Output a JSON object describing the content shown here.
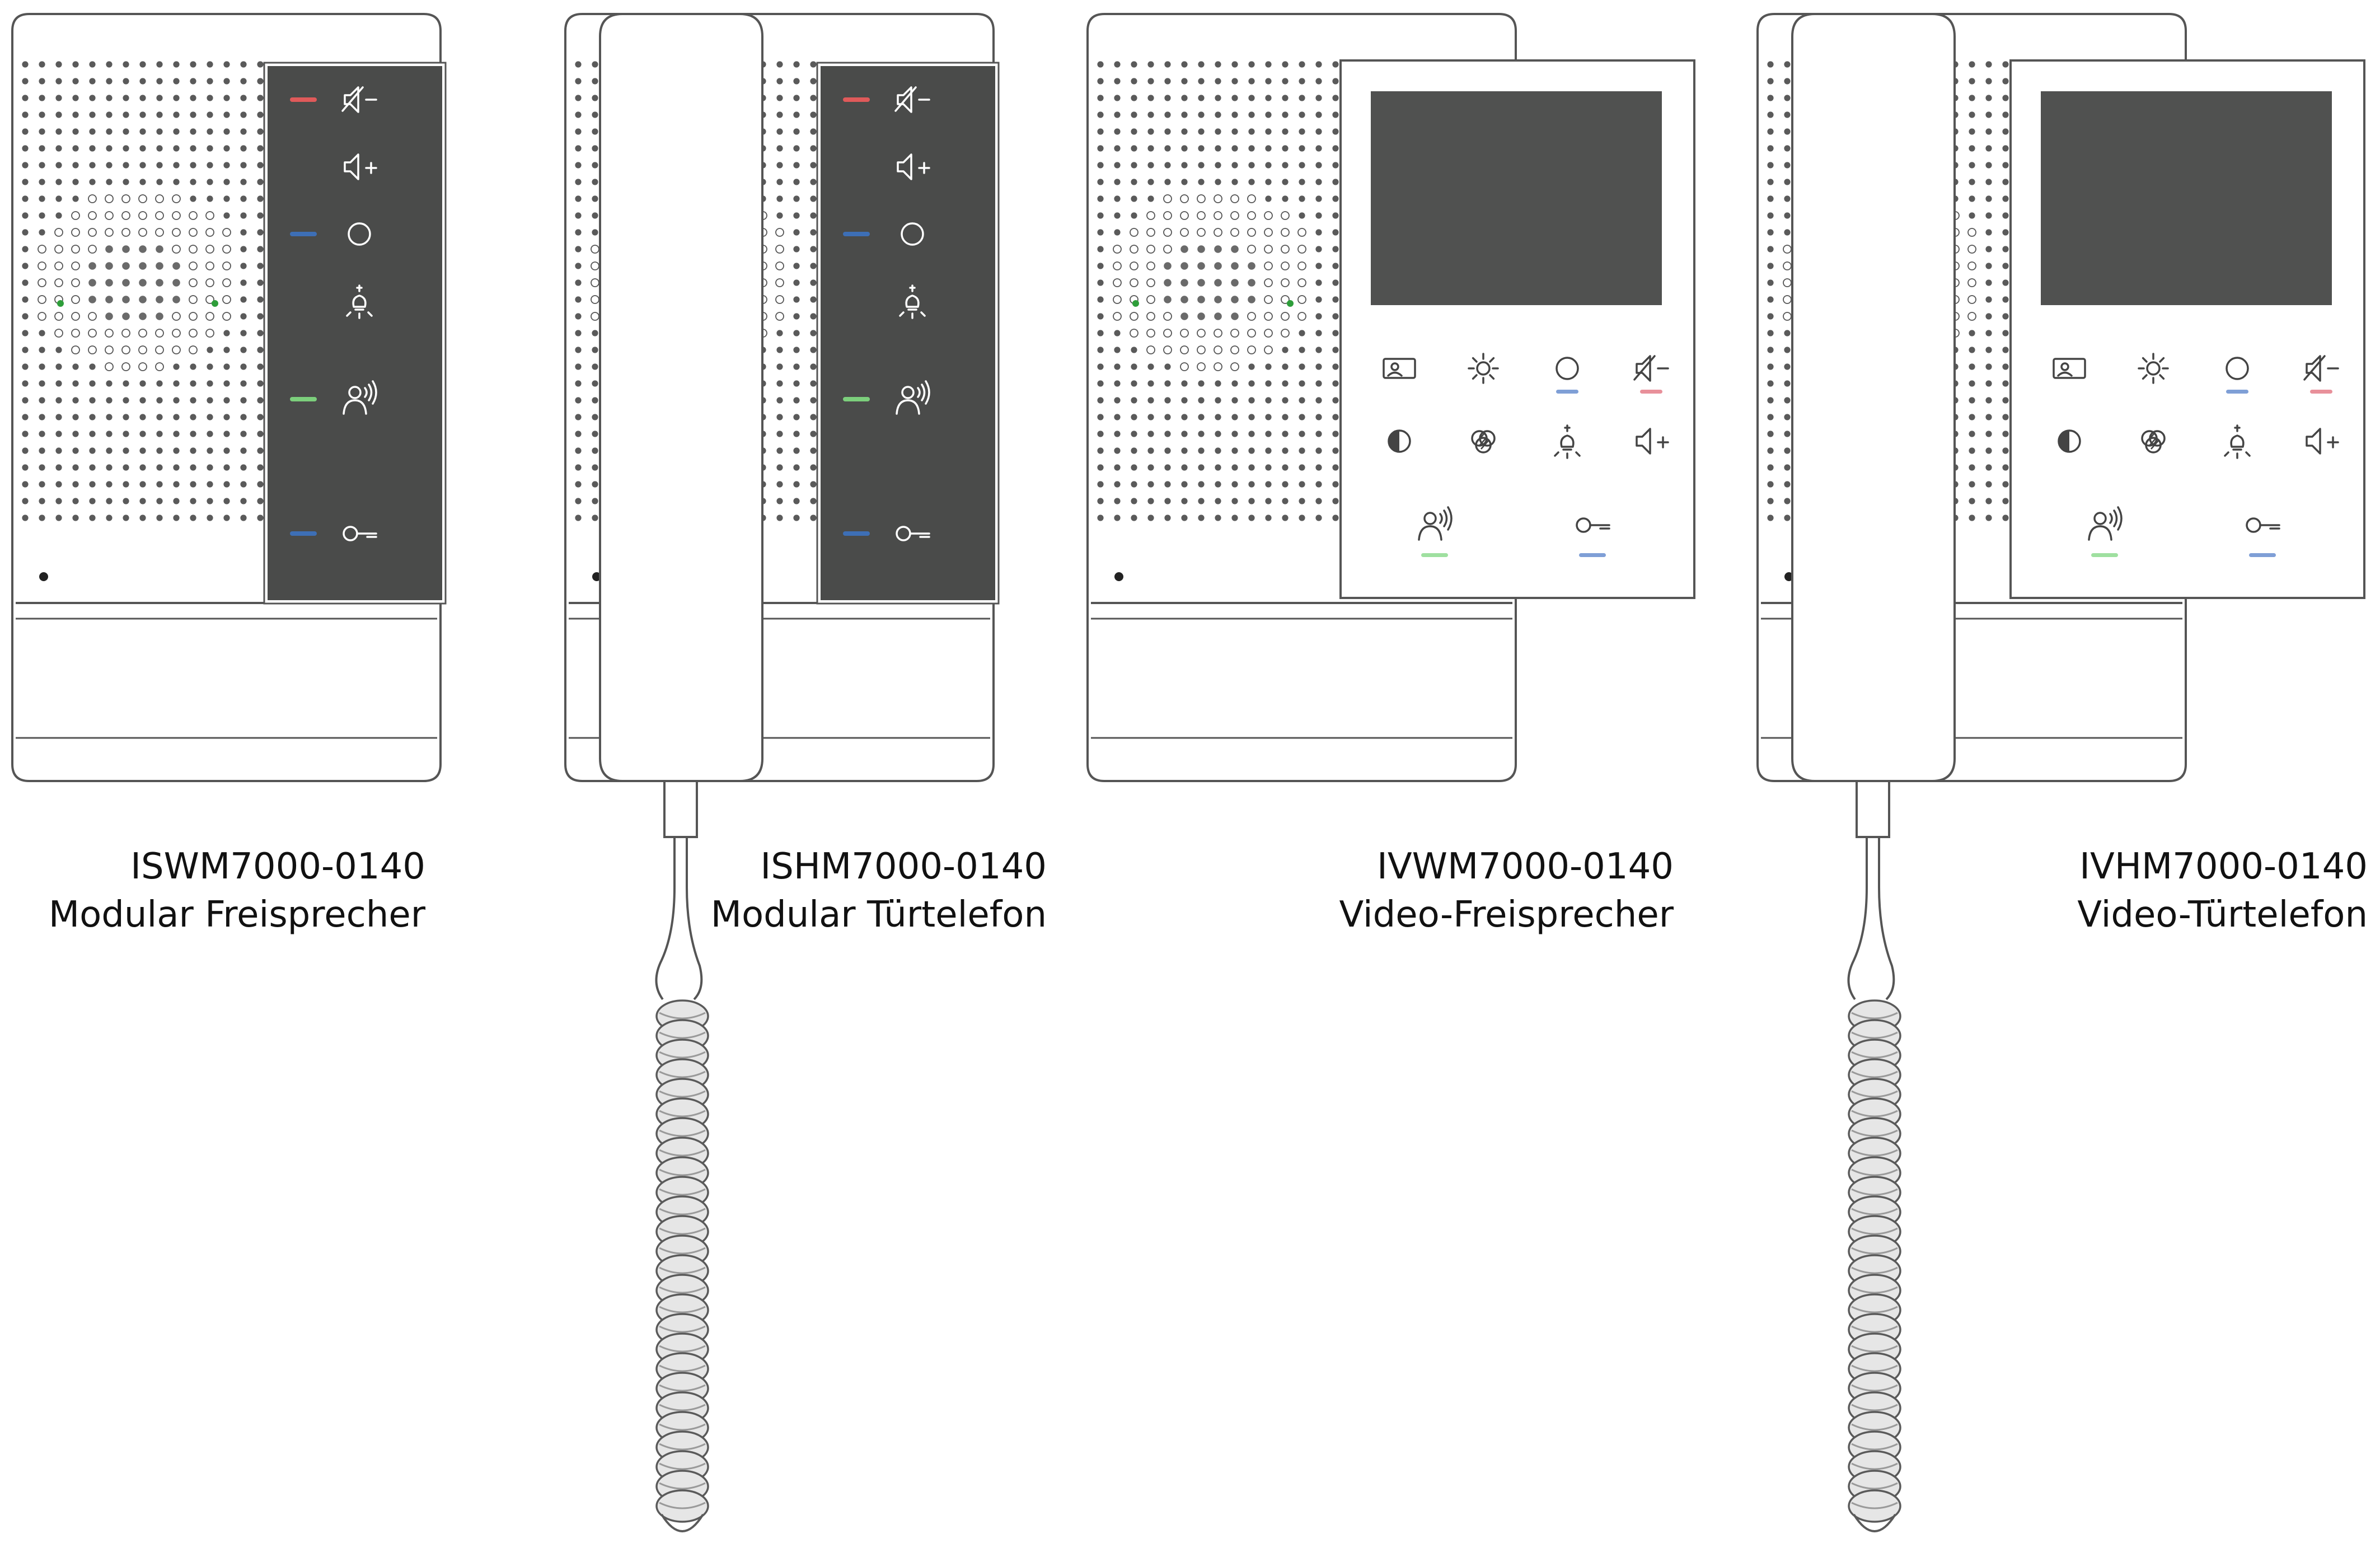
{
  "colors": {
    "outline": "#555555",
    "panel_dark": "#4a4b4a",
    "screen": "#505150",
    "grille_dot": "#666666",
    "accent_red": "#e05a5a",
    "accent_blue": "#3d6fb6",
    "accent_green": "#7ccf7c",
    "accent_red_light": "#e8909a",
    "accent_blue_light": "#7f9fd6",
    "accent_green_light": "#9fe0a0",
    "led_green": "#2e9e3a"
  },
  "products": [
    {
      "model": "ISWM7000-0140",
      "name": "Modular Freisprecher",
      "type": "audio-handsfree",
      "buttons": [
        {
          "icon": "mute-minus-icon",
          "led": "red"
        },
        {
          "icon": "volume-plus-icon",
          "led": ""
        },
        {
          "icon": "circle-function-icon",
          "led": "blue"
        },
        {
          "icon": "light-bulb-icon",
          "led": ""
        },
        {
          "icon": "talk-person-icon",
          "led": "green"
        },
        {
          "icon": "door-key-icon",
          "led": "blue"
        }
      ]
    },
    {
      "model": "ISHM7000-0140",
      "name": "Modular Türtelefon",
      "type": "audio-handset",
      "buttons": [
        {
          "icon": "mute-minus-icon",
          "led": "red"
        },
        {
          "icon": "volume-plus-icon",
          "led": ""
        },
        {
          "icon": "circle-function-icon",
          "led": "blue"
        },
        {
          "icon": "light-bulb-icon",
          "led": ""
        },
        {
          "icon": "talk-person-icon",
          "led": "green"
        },
        {
          "icon": "door-key-icon",
          "led": "blue"
        }
      ]
    },
    {
      "model": "IVWM7000-0140",
      "name": "Video-Freisprecher",
      "type": "video-handsfree",
      "buttons": [
        {
          "icon": "camera-image-icon",
          "led": ""
        },
        {
          "icon": "brightness-icon",
          "led": ""
        },
        {
          "icon": "circle-function-icon",
          "led": "blue"
        },
        {
          "icon": "mute-minus-icon",
          "led": "red"
        },
        {
          "icon": "contrast-icon",
          "led": ""
        },
        {
          "icon": "color-icon",
          "led": ""
        },
        {
          "icon": "light-bulb-icon",
          "led": ""
        },
        {
          "icon": "volume-plus-icon",
          "led": ""
        },
        {
          "icon": "talk-person-icon",
          "led": "green"
        },
        {
          "icon": "door-key-icon",
          "led": "blue"
        }
      ]
    },
    {
      "model": "IVHM7000-0140",
      "name": "Video-Türtelefon",
      "type": "video-handset",
      "buttons": [
        {
          "icon": "camera-image-icon",
          "led": ""
        },
        {
          "icon": "brightness-icon",
          "led": ""
        },
        {
          "icon": "circle-function-icon",
          "led": "blue"
        },
        {
          "icon": "mute-minus-icon",
          "led": "red"
        },
        {
          "icon": "contrast-icon",
          "led": ""
        },
        {
          "icon": "color-icon",
          "led": ""
        },
        {
          "icon": "light-bulb-icon",
          "led": ""
        },
        {
          "icon": "volume-plus-icon",
          "led": ""
        },
        {
          "icon": "talk-person-icon",
          "led": "green"
        },
        {
          "icon": "door-key-icon",
          "led": "blue"
        }
      ]
    }
  ]
}
